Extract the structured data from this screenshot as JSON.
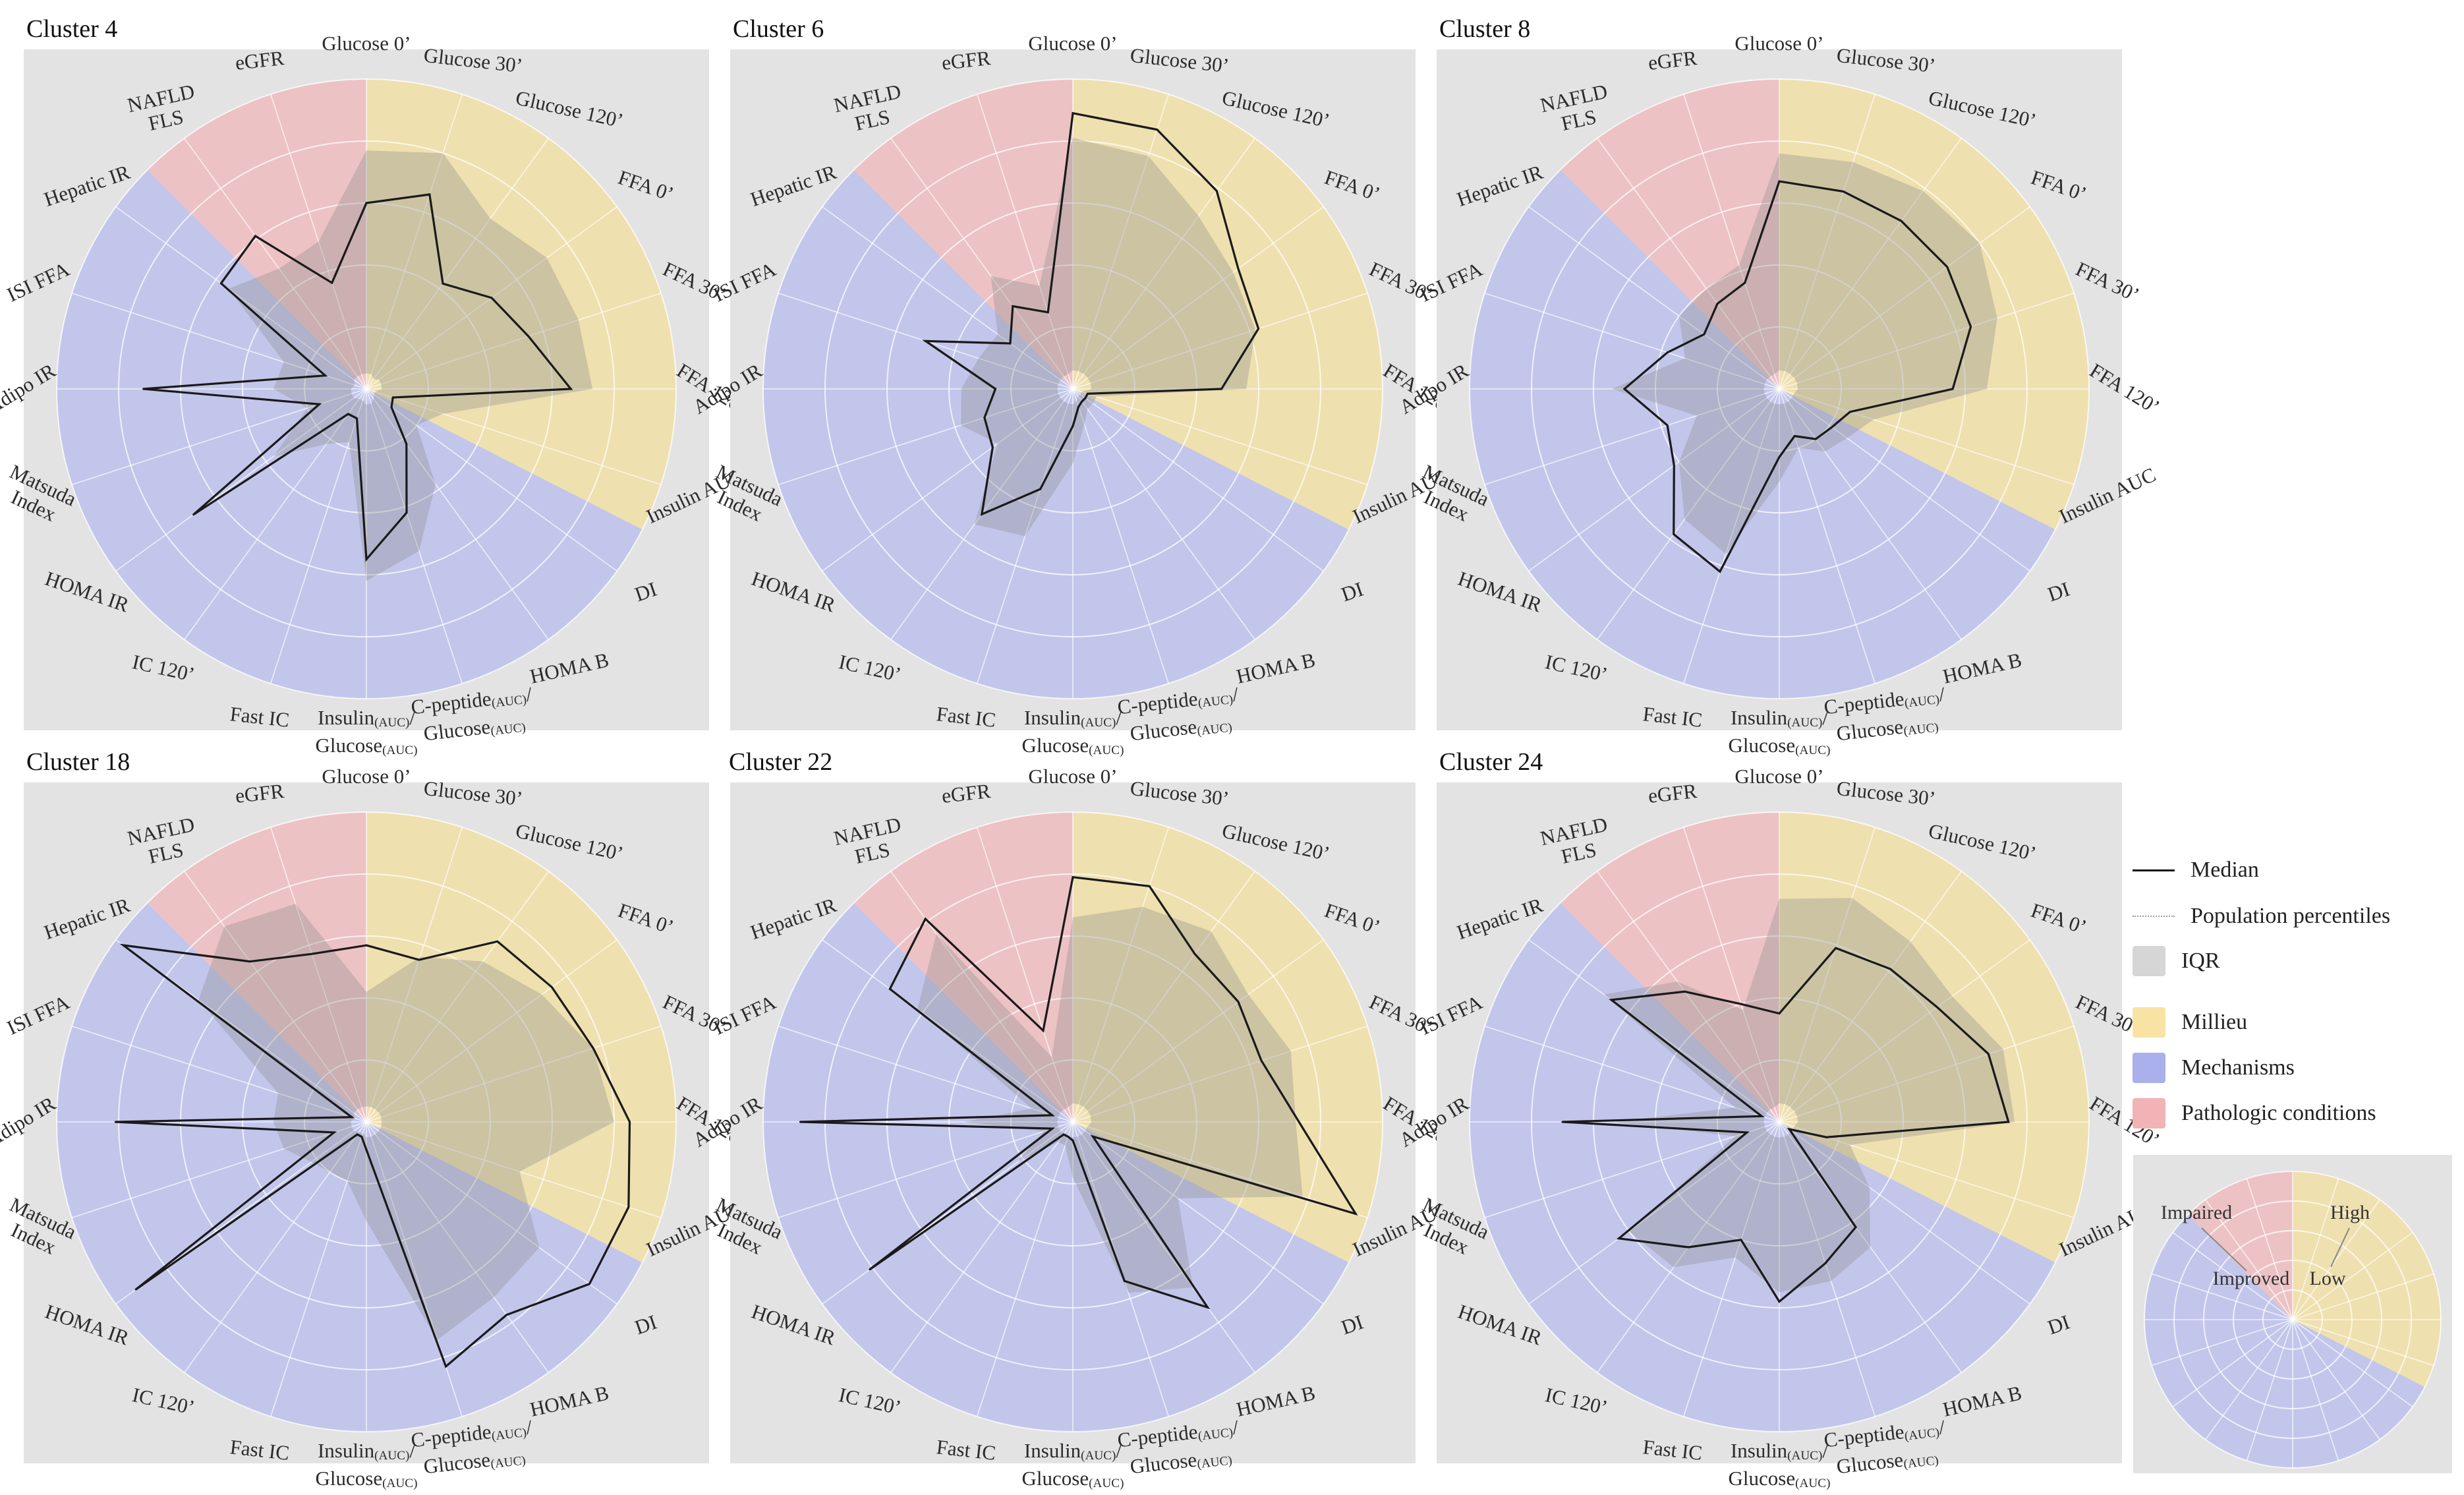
{
  "axes": [
    "Glucose 0’",
    "Glucose 30’",
    "Glucose 120’",
    "FFA 0’",
    "FFA 30’",
    "FFA 120’",
    "Insulin AUC",
    "DI",
    "HOMA B",
    "C-peptide(AUC)/ Glucose(AUC)",
    "Insulin(AUC)/ Glucose(AUC)",
    "Fast IC",
    "IC 120’",
    "HOMA IR",
    "Matsuda Index",
    "Adipo IR",
    "ISI FFA",
    "Hepatic IR",
    "NAFLD FLS",
    "eGFR"
  ],
  "sector_colors": {
    "milieu": "#f1dfa6",
    "mechanisms": "#bcc1ec",
    "pathologic": "#efbcbf",
    "iqr": "#8d8d8d"
  },
  "legend": {
    "median": "Median",
    "percentiles": "Population percentiles",
    "iqr": "IQR",
    "milieu": "Millieu",
    "mechanisms": "Mechanisms",
    "pathologic": "Pathologic conditions"
  },
  "mini_guide": {
    "impaired": "Impaired",
    "high": "High",
    "improved": "Improved",
    "low": "Low"
  },
  "chart_data": [
    {
      "type": "radar",
      "title": "Cluster 4",
      "rlim": [
        0,
        1
      ],
      "median": [
        0.6,
        0.66,
        0.42,
        0.5,
        0.55,
        0.66,
        0.09,
        0.1,
        0.22,
        0.42,
        0.55,
        0.1,
        0.1,
        0.69,
        0.16,
        0.72,
        0.14,
        0.58,
        0.61,
        0.36
      ],
      "iqr_low": [
        0.05,
        0.05,
        0.04,
        0.05,
        0.05,
        0.05,
        0.03,
        0.03,
        0.04,
        0.05,
        0.05,
        0.04,
        0.04,
        0.05,
        0.05,
        0.05,
        0.04,
        0.05,
        0.05,
        0.05
      ],
      "iqr_high": [
        0.77,
        0.8,
        0.68,
        0.72,
        0.72,
        0.73,
        0.26,
        0.2,
        0.38,
        0.55,
        0.62,
        0.18,
        0.22,
        0.37,
        0.2,
        0.3,
        0.28,
        0.55,
        0.48,
        0.5
      ]
    },
    {
      "type": "radar",
      "title": "Cluster 6",
      "rlim": [
        0,
        1
      ],
      "median": [
        0.89,
        0.88,
        0.79,
        0.66,
        0.63,
        0.48,
        0.05,
        0.05,
        0.05,
        0.06,
        0.12,
        0.34,
        0.5,
        0.32,
        0.3,
        0.25,
        0.5,
        0.25,
        0.33,
        0.26
      ],
      "iqr_low": [
        0.06,
        0.06,
        0.06,
        0.06,
        0.06,
        0.06,
        0.03,
        0.03,
        0.03,
        0.04,
        0.05,
        0.05,
        0.05,
        0.05,
        0.05,
        0.05,
        0.05,
        0.05,
        0.05,
        0.05
      ],
      "iqr_high": [
        0.81,
        0.79,
        0.69,
        0.64,
        0.62,
        0.56,
        0.08,
        0.08,
        0.08,
        0.12,
        0.24,
        0.5,
        0.54,
        0.3,
        0.38,
        0.36,
        0.32,
        0.3,
        0.45,
        0.35
      ]
    },
    {
      "type": "radar",
      "title": "Cluster 8",
      "rlim": [
        0,
        1
      ],
      "median": [
        0.67,
        0.67,
        0.67,
        0.67,
        0.65,
        0.56,
        0.24,
        0.21,
        0.2,
        0.16,
        0.22,
        0.62,
        0.58,
        0.42,
        0.38,
        0.5,
        0.38,
        0.3,
        0.34,
        0.36
      ],
      "iqr_low": [
        0.06,
        0.06,
        0.06,
        0.06,
        0.06,
        0.06,
        0.05,
        0.05,
        0.05,
        0.05,
        0.05,
        0.05,
        0.05,
        0.05,
        0.05,
        0.05,
        0.05,
        0.05,
        0.05,
        0.05
      ],
      "iqr_high": [
        0.76,
        0.77,
        0.79,
        0.8,
        0.74,
        0.67,
        0.32,
        0.27,
        0.25,
        0.2,
        0.3,
        0.56,
        0.52,
        0.4,
        0.28,
        0.54,
        0.32,
        0.4,
        0.4,
        0.42
      ]
    },
    {
      "type": "radar",
      "title": "Cluster 18",
      "rlim": [
        0,
        1
      ],
      "median": [
        0.57,
        0.55,
        0.72,
        0.74,
        0.77,
        0.85,
        0.89,
        0.89,
        0.77,
        0.83,
        0.09,
        0.05,
        0.05,
        0.92,
        0.11,
        0.81,
        0.05,
        0.97,
        0.64,
        0.57
      ],
      "iqr_low": [
        0.05,
        0.05,
        0.05,
        0.05,
        0.05,
        0.05,
        0.05,
        0.05,
        0.05,
        0.05,
        0.05,
        0.04,
        0.04,
        0.05,
        0.05,
        0.05,
        0.04,
        0.05,
        0.05,
        0.05
      ],
      "iqr_high": [
        0.42,
        0.56,
        0.64,
        0.7,
        0.77,
        0.8,
        0.52,
        0.69,
        0.7,
        0.74,
        0.32,
        0.2,
        0.2,
        0.22,
        0.28,
        0.3,
        0.3,
        0.67,
        0.78,
        0.74
      ]
    },
    {
      "type": "radar",
      "title": "Cluster 22",
      "rlim": [
        0,
        1
      ],
      "median": [
        0.79,
        0.8,
        0.67,
        0.66,
        0.64,
        0.73,
        0.96,
        0.08,
        0.74,
        0.54,
        0.06,
        0.05,
        0.05,
        0.81,
        0.07,
        0.88,
        0.07,
        0.73,
        0.81,
        0.31
      ],
      "iqr_low": [
        0.06,
        0.06,
        0.06,
        0.06,
        0.06,
        0.06,
        0.05,
        0.05,
        0.05,
        0.05,
        0.05,
        0.05,
        0.05,
        0.05,
        0.05,
        0.05,
        0.05,
        0.05,
        0.05,
        0.05
      ],
      "iqr_high": [
        0.66,
        0.73,
        0.76,
        0.7,
        0.74,
        0.72,
        0.78,
        0.42,
        0.66,
        0.58,
        0.18,
        0.08,
        0.08,
        0.22,
        0.1,
        0.35,
        0.14,
        0.62,
        0.75,
        0.22
      ]
    },
    {
      "type": "radar",
      "title": "Cluster 24",
      "rlim": [
        0,
        1
      ],
      "median": [
        0.35,
        0.59,
        0.61,
        0.63,
        0.71,
        0.74,
        0.16,
        0.04,
        0.42,
        0.48,
        0.58,
        0.4,
        0.5,
        0.64,
        0.11,
        0.7,
        0.06,
        0.67,
        0.52,
        0.4
      ],
      "iqr_low": [
        0.06,
        0.06,
        0.06,
        0.06,
        0.06,
        0.06,
        0.05,
        0.05,
        0.05,
        0.05,
        0.05,
        0.05,
        0.05,
        0.05,
        0.05,
        0.05,
        0.05,
        0.05,
        0.05,
        0.05
      ],
      "iqr_high": [
        0.72,
        0.76,
        0.72,
        0.69,
        0.76,
        0.76,
        0.24,
        0.36,
        0.5,
        0.54,
        0.55,
        0.46,
        0.58,
        0.6,
        0.15,
        0.53,
        0.15,
        0.7,
        0.56,
        0.38
      ]
    }
  ]
}
